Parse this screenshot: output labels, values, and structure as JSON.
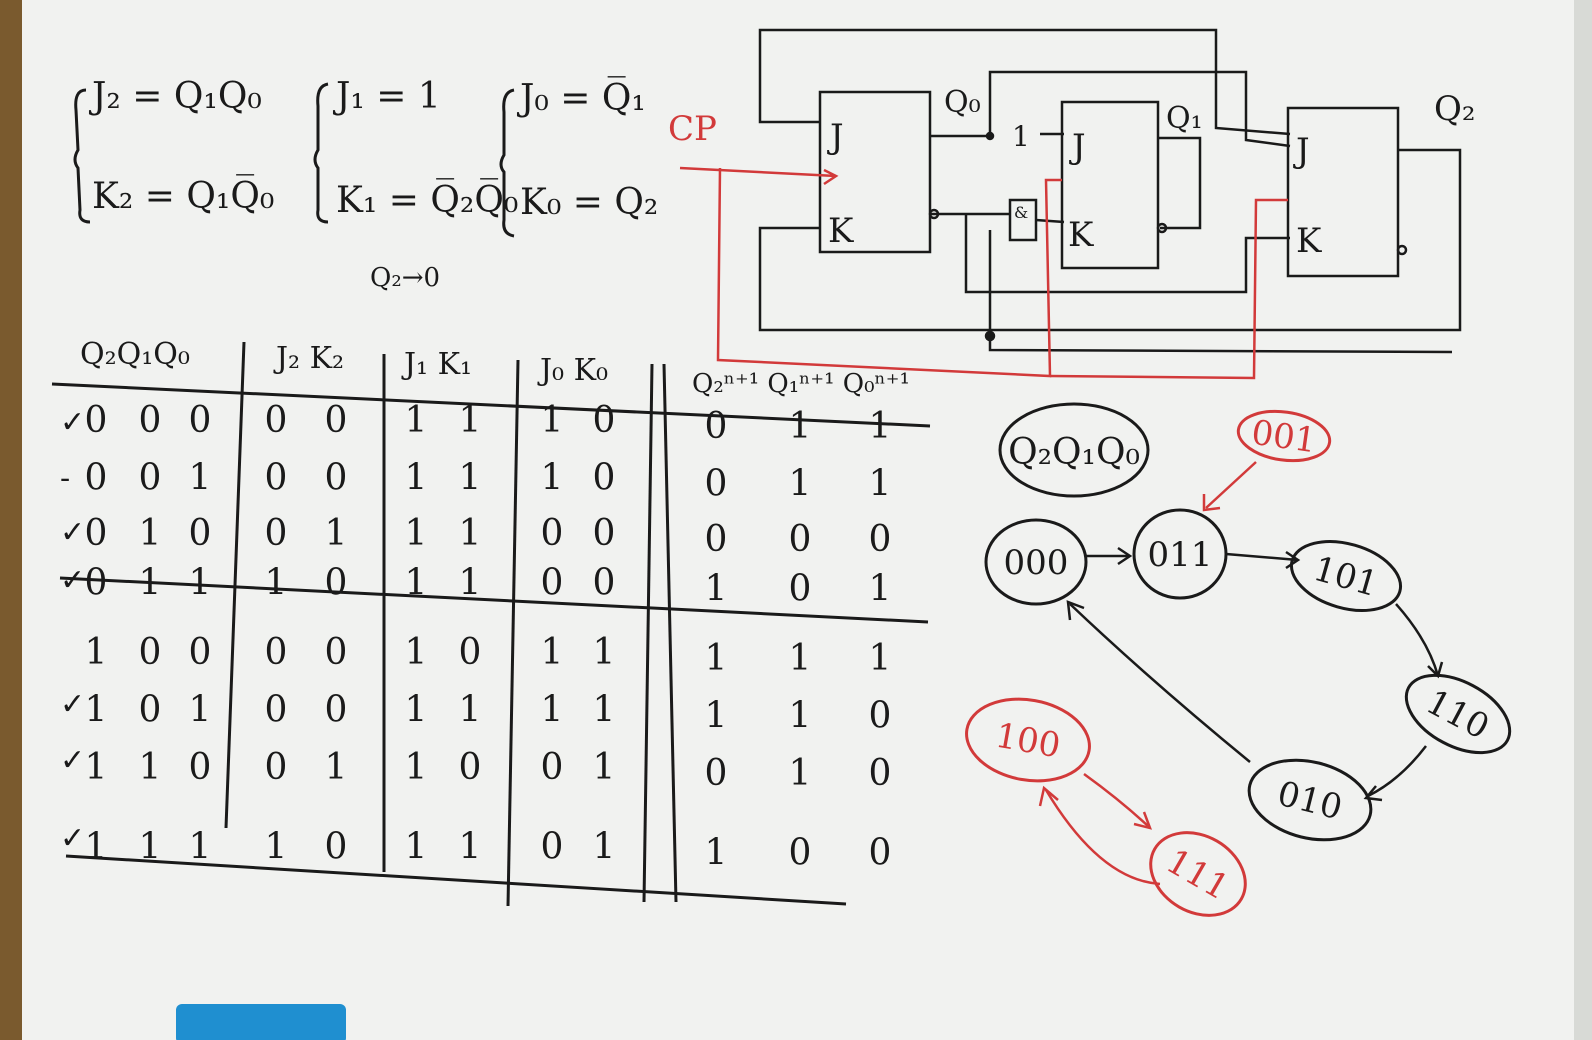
{
  "equations": {
    "j2": "J₂ = Q₁Q₀",
    "k2": "K₂ = Q₁Q̅₀",
    "j1": "J₁ = 1",
    "k1": "K₁ = Q̅₂Q̅₀",
    "j0": "J₀ = Q̅₁",
    "k0": "K₀ = Q₂",
    "note": "Q₂→0"
  },
  "table": {
    "headers": [
      "Q₂Q₁Q₀",
      "J₂ K₂",
      "J₁ K₁",
      "J₀ K₀",
      "Q₂ⁿ⁺¹ Q₁ⁿ⁺¹ Q₀ⁿ⁺¹"
    ],
    "rows": [
      {
        "mark": "✓",
        "state": [
          "0",
          "0",
          "0"
        ],
        "jk2": [
          "0",
          "0"
        ],
        "jk1": [
          "1",
          "1"
        ],
        "jk0": [
          "1",
          "0"
        ],
        "next": [
          "0",
          "1",
          "1"
        ]
      },
      {
        "mark": "-",
        "state": [
          "0",
          "0",
          "1"
        ],
        "jk2": [
          "0",
          "0"
        ],
        "jk1": [
          "1",
          "1"
        ],
        "jk0": [
          "1",
          "0"
        ],
        "next": [
          "0",
          "1",
          "1"
        ]
      },
      {
        "mark": "✓",
        "state": [
          "0",
          "1",
          "0"
        ],
        "jk2": [
          "0",
          "1"
        ],
        "jk1": [
          "1",
          "1"
        ],
        "jk0": [
          "0",
          "0"
        ],
        "next": [
          "0",
          "0",
          "0"
        ]
      },
      {
        "mark": "✓",
        "state": [
          "0",
          "1",
          "1"
        ],
        "jk2": [
          "1",
          "0"
        ],
        "jk1": [
          "1",
          "1"
        ],
        "jk0": [
          "0",
          "0"
        ],
        "next": [
          "1",
          "0",
          "1"
        ]
      },
      {
        "mark": "",
        "state": [
          "1",
          "0",
          "0"
        ],
        "jk2": [
          "0",
          "0"
        ],
        "jk1": [
          "1",
          "0"
        ],
        "jk0": [
          "1",
          "1"
        ],
        "next": [
          "1",
          "1",
          "1"
        ]
      },
      {
        "mark": "✓",
        "state": [
          "1",
          "0",
          "1"
        ],
        "jk2": [
          "0",
          "0"
        ],
        "jk1": [
          "1",
          "1"
        ],
        "jk0": [
          "1",
          "1"
        ],
        "next": [
          "1",
          "1",
          "0"
        ]
      },
      {
        "mark": "✓",
        "state": [
          "1",
          "1",
          "0"
        ],
        "jk2": [
          "0",
          "1"
        ],
        "jk1": [
          "1",
          "0"
        ],
        "jk0": [
          "0",
          "1"
        ],
        "next": [
          "0",
          "1",
          "0"
        ]
      },
      {
        "mark": "✓",
        "state": [
          "1",
          "1",
          "1"
        ],
        "jk2": [
          "1",
          "0"
        ],
        "jk1": [
          "1",
          "1"
        ],
        "jk0": [
          "0",
          "1"
        ],
        "next": [
          "1",
          "0",
          "0"
        ]
      }
    ]
  },
  "circuit": {
    "cp": "CP",
    "j": "J",
    "k": "K",
    "q0": "Q₀",
    "q1": "Q₁",
    "q2": "Q₂",
    "one": "1",
    "and": "&"
  },
  "state_diagram": {
    "legend": "Q₂Q₁Q₀",
    "states": [
      "000",
      "011",
      "101",
      "110",
      "010",
      "001",
      "100",
      "111"
    ]
  },
  "colors": {
    "board": "#f1f2f0",
    "ink": "#1a1a1a",
    "red_ink": "#d23a3a",
    "frame": "#7a5a2e",
    "eraser": "#1f8fd0"
  }
}
